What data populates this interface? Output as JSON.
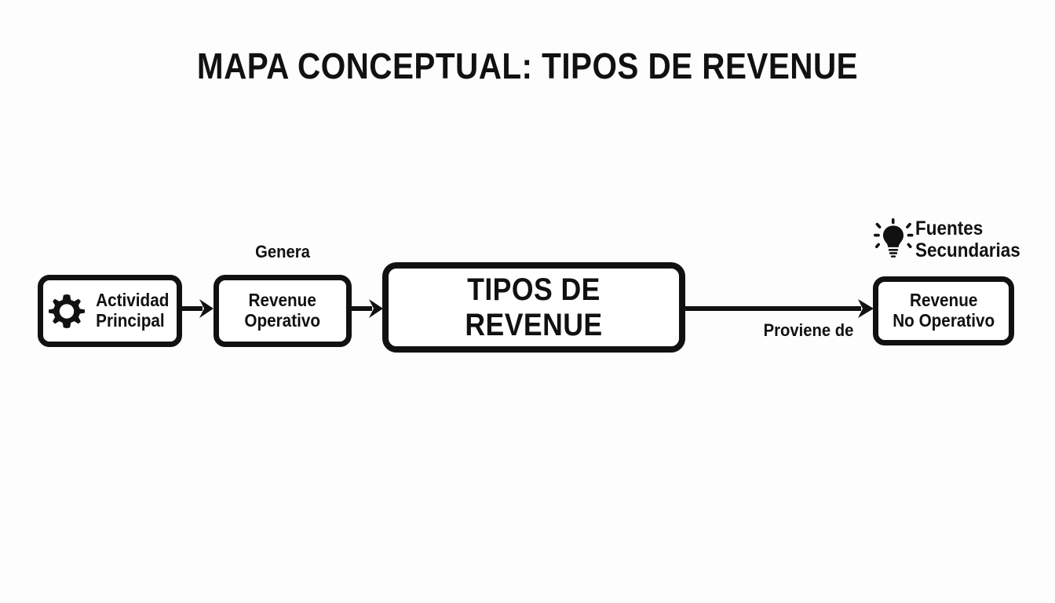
{
  "page": {
    "title": "MAPA CONCEPTUAL: TIPOS DE REVENUE",
    "background_color": "#fdfdfd",
    "ink_color": "#111111"
  },
  "nodes": {
    "actividad": {
      "label": "Actividad\nPrincipal",
      "icon": "gear-icon"
    },
    "operativo": {
      "label": "Revenue\nOperativo"
    },
    "central": {
      "label": "TIPOS DE REVENUE"
    },
    "no_operativo": {
      "label": "Revenue\nNo Operativo"
    }
  },
  "annotations": {
    "fuentes": {
      "label": "Fuentes\nSecundarias",
      "icon": "lightbulb-icon"
    }
  },
  "edges": {
    "genera": {
      "label": "Genera"
    },
    "proviene": {
      "label": "Proviene de"
    },
    "arrow_1": {
      "label": ""
    },
    "arrow_2": {
      "label": ""
    }
  }
}
